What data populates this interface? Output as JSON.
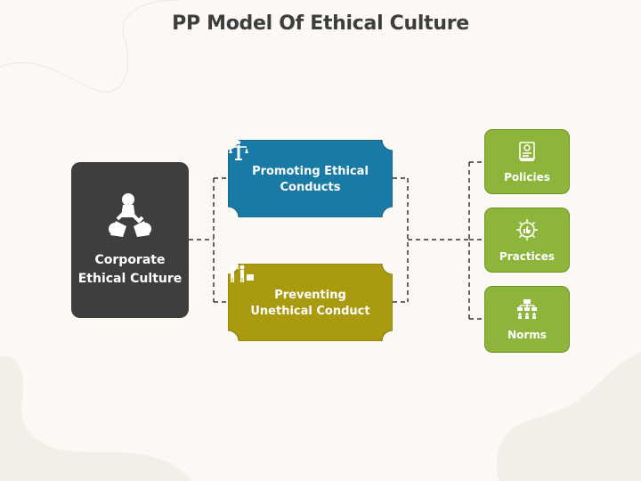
{
  "title": "PP Model Of Ethical Culture",
  "root": {
    "label": "Corporate Ethical Culture",
    "icon": "three-people-cycle-icon"
  },
  "branches": [
    {
      "label": "Promoting Ethical Conducts",
      "icon": "balance-scale-person-icon",
      "color": "#1a7aa6"
    },
    {
      "label": "Preventing Unethical Conduct",
      "icon": "no-bribery-people-icon",
      "color": "#a99a0f"
    }
  ],
  "leaves": [
    {
      "label": "Policies",
      "icon": "policy-document-icon"
    },
    {
      "label": "Practices",
      "icon": "gear-thumbs-up-icon"
    },
    {
      "label": "Norms",
      "icon": "hierarchy-chart-icon"
    }
  ],
  "colors": {
    "root": "#3e3e3e",
    "leaf": "#8db53c",
    "background": "#fcf9f5"
  }
}
